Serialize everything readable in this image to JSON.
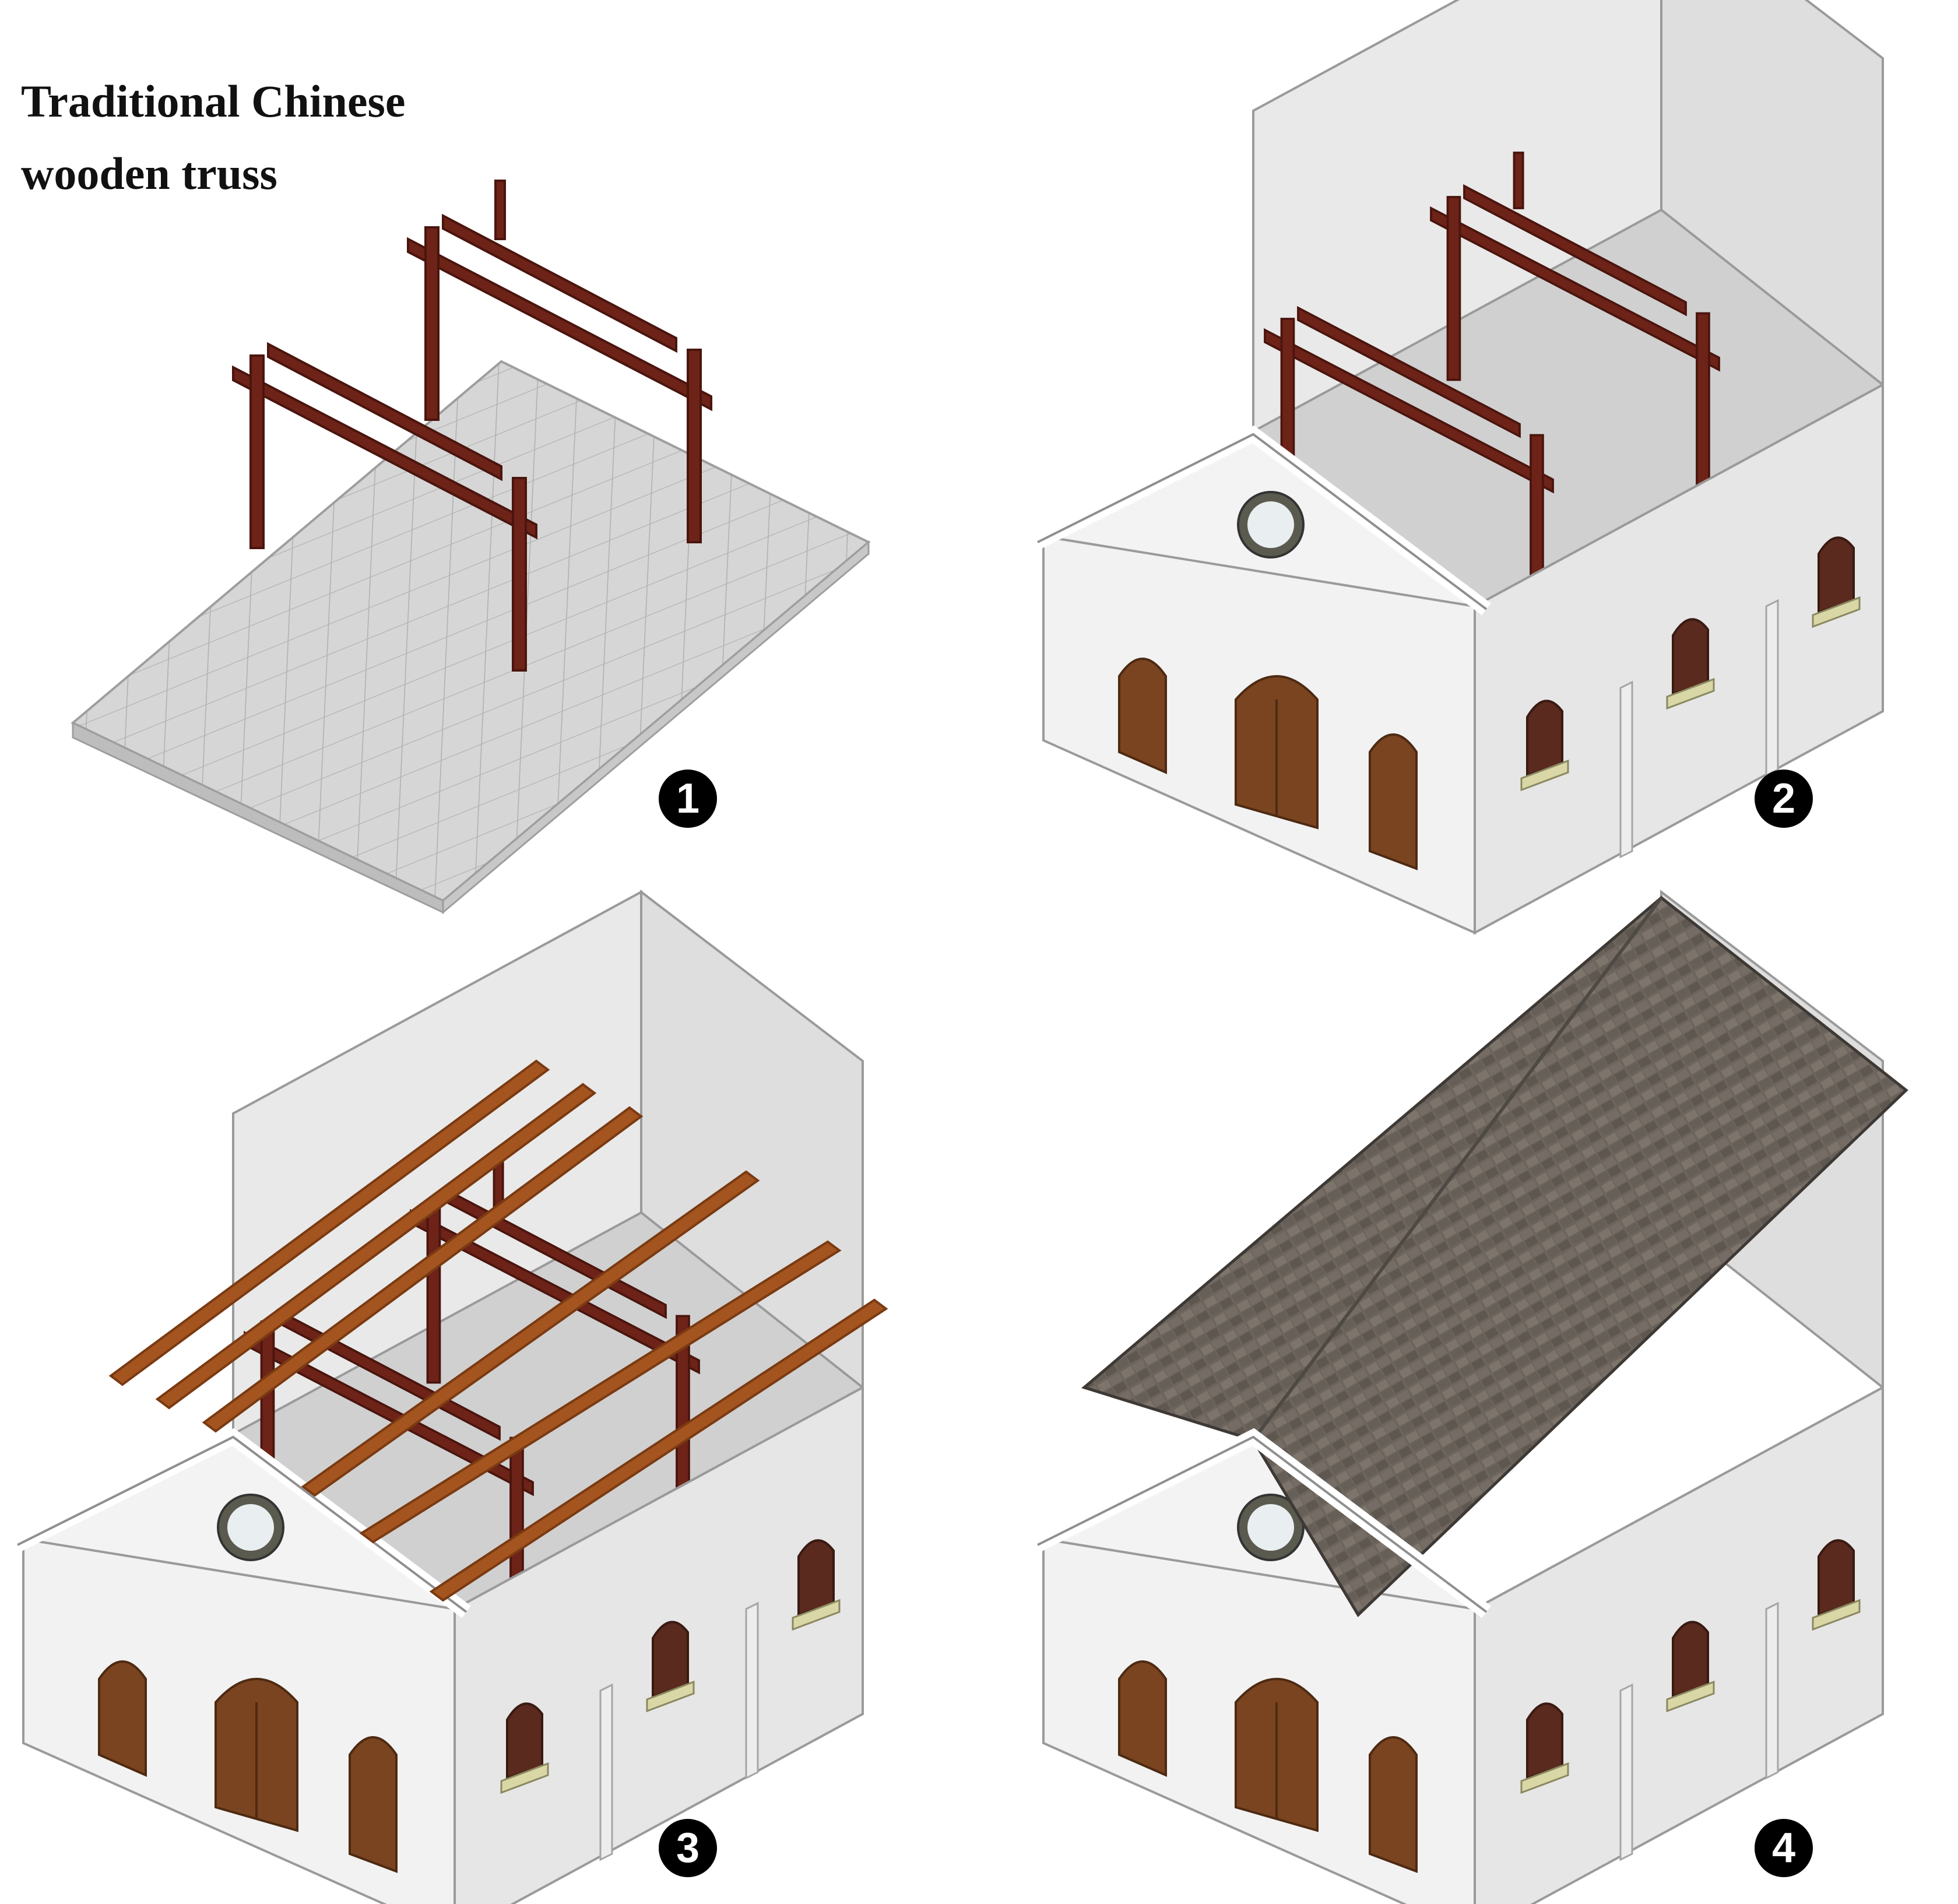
{
  "title": {
    "line1": "Traditional Chinese",
    "line2": "wooden truss"
  },
  "steps": [
    {
      "number": "1",
      "label_icon": "step-1-badge",
      "content": "wooden-truss-frame-on-floor"
    },
    {
      "number": "2",
      "label_icon": "step-2-badge",
      "content": "walls-enclosing-truss"
    },
    {
      "number": "3",
      "label_icon": "step-3-badge",
      "content": "purlins-on-truss"
    },
    {
      "number": "4",
      "label_icon": "step-4-badge",
      "content": "completed-tiled-roof"
    }
  ],
  "colors": {
    "truss": "#6e2318",
    "truss_dark": "#4a150e",
    "purlin": "#a4541f",
    "purlin_light": "#c9773a",
    "floor_top": "#d6d6d6",
    "floor_side": "#bdbdbd",
    "floor_grid": "#b0b0b0",
    "wall_front": "#f2f2f2",
    "wall_side": "#e3e3e3",
    "wall_inner": "#e9e9e9",
    "door": "#7a4420",
    "door_dark": "#4e2a12",
    "sill": "#d9d7a6",
    "roof": "#6d655d",
    "roof_dark": "#4f4944",
    "badge": "#000000"
  }
}
